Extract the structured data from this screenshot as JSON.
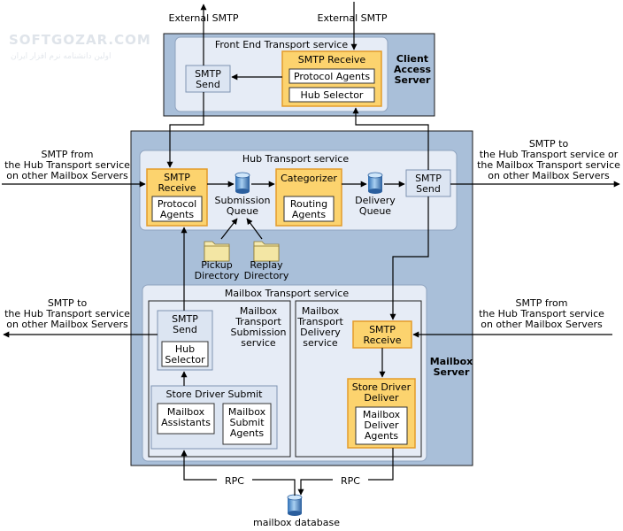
{
  "watermark": {
    "brand": "SOFTGOZAR.COM",
    "tagline": "اولین دانشنامه نرم افزار ایران"
  },
  "top": {
    "ext_smtp_left": "External SMTP",
    "ext_smtp_right": "External SMTP"
  },
  "cas": {
    "title_line1": "Client",
    "title_line2": "Access",
    "title_line3": "Server",
    "fets": {
      "title": "Front End Transport service",
      "smtp_send": {
        "line1": "SMTP",
        "line2": "Send"
      },
      "smtp_receive": {
        "title": "SMTP Receive",
        "protocol_agents": "Protocol Agents",
        "hub_selector": "Hub Selector"
      }
    }
  },
  "left_in": {
    "line1": "SMTP from",
    "line2": "the Hub Transport service",
    "line3": "on other Mailbox Servers"
  },
  "right_out": {
    "line1": "SMTP to",
    "line2": "the Hub Transport service or",
    "line3": "the Mailbox Transport service",
    "line4": "on other Mailbox Servers"
  },
  "left_out": {
    "line1": "SMTP to",
    "line2": "the Hub Transport service",
    "line3": "on other Mailbox Servers"
  },
  "right_in": {
    "line1": "SMTP from",
    "line2": "the Hub Transport service",
    "line3": "on other Mailbox Servers"
  },
  "mailbox": {
    "title_line1": "Mailbox",
    "title_line2": "Server",
    "hub": {
      "title": "Hub Transport service",
      "smtp_receive": {
        "line1": "SMTP",
        "line2": "Receive",
        "agents_line1": "Protocol",
        "agents_line2": "Agents"
      },
      "submission_queue": {
        "line1": "Submission",
        "line2": "Queue"
      },
      "categorizer": {
        "title": "Categorizer",
        "agents_line1": "Routing",
        "agents_line2": "Agents"
      },
      "delivery_queue": {
        "line1": "Delivery",
        "line2": "Queue"
      },
      "smtp_send": {
        "line1": "SMTP",
        "line2": "Send"
      }
    },
    "pickup": {
      "line1": "Pickup",
      "line2": "Directory"
    },
    "replay": {
      "line1": "Replay",
      "line2": "Directory"
    },
    "mts": {
      "title": "Mailbox Transport service",
      "submission": {
        "label_line1": "Mailbox",
        "label_line2": "Transport",
        "label_line3": "Submission",
        "label_line4": "service",
        "smtp_send": {
          "line1": "SMTP",
          "line2": "Send",
          "hub_line1": "Hub",
          "hub_line2": "Selector"
        },
        "store_driver_submit": {
          "title": "Store Driver Submit",
          "assistants_line1": "Mailbox",
          "assistants_line2": "Assistants",
          "submit_agents_line1": "Mailbox",
          "submit_agents_line2": "Submit",
          "submit_agents_line3": "Agents"
        }
      },
      "delivery": {
        "label_line1": "Mailbox",
        "label_line2": "Transport",
        "label_line3": "Delivery",
        "label_line4": "service",
        "smtp_receive": {
          "line1": "SMTP",
          "line2": "Receive"
        },
        "store_driver_deliver": {
          "title_line1": "Store Driver",
          "title_line2": "Deliver",
          "agents_line1": "Mailbox",
          "agents_line2": "Deliver",
          "agents_line3": "Agents"
        }
      }
    }
  },
  "rpc_left": "RPC",
  "rpc_right": "RPC",
  "db": {
    "label": "mailbox database"
  },
  "colors": {
    "server": "#a9bfd9",
    "service": "#e6ecf6",
    "orange": "#fcd36e",
    "orange_border": "#e39b2a",
    "folder": "#f2e39d"
  }
}
